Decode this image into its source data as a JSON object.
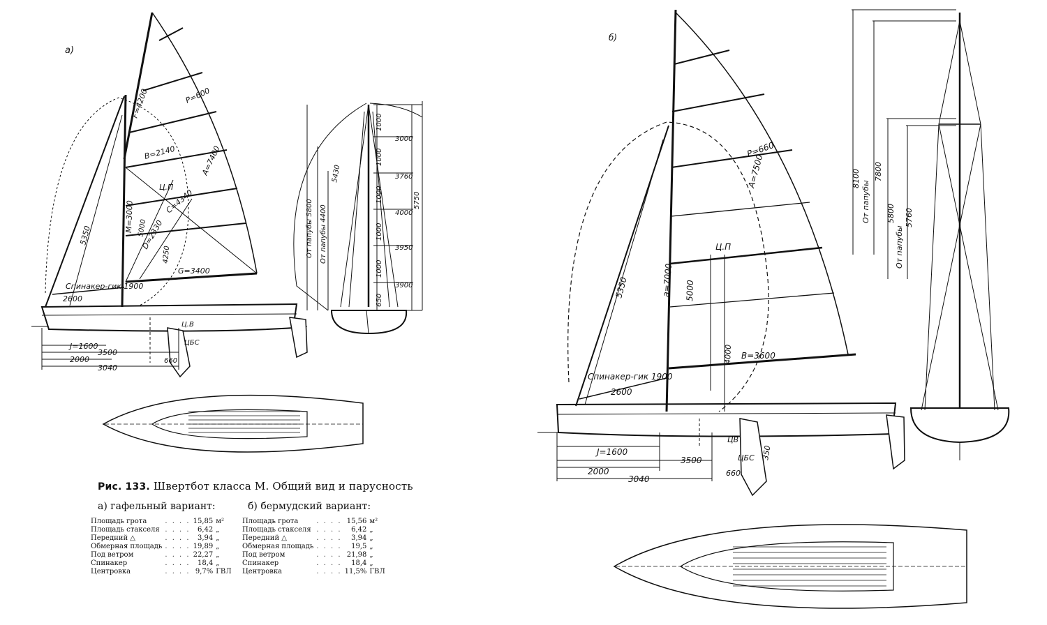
{
  "caption": {
    "prefix": "Рис. 133.",
    "text": "Швертбот класса М. Общий вид и парусность"
  },
  "variant_a": {
    "mark": "а)",
    "heading": "а) гафельный вариант:",
    "specs": [
      {
        "name": "Площадь грота",
        "value": "15,85",
        "unit": "м²"
      },
      {
        "name": "Площадь стакселя",
        "value": "6,42",
        "unit": "„"
      },
      {
        "name": "Передний △",
        "value": "3,94",
        "unit": "„"
      },
      {
        "name": "Обмерная площадь",
        "value": "19,89",
        "unit": "„"
      },
      {
        "name": "Под ветром",
        "value": "22,27",
        "unit": "„"
      },
      {
        "name": "Спинакер",
        "value": "18,4",
        "unit": "„"
      },
      {
        "name": "Центровка",
        "value": "9,7%",
        "unit": "ГВЛ"
      }
    ],
    "dims": {
      "f": "F=4200",
      "p": "P=600",
      "b": "B=2140",
      "a": "A=7400",
      "cp": "Ц.П",
      "c": "C=4340",
      "m": "M=3000",
      "d": "D=2330",
      "h5000": "5000",
      "h4250": "4250",
      "g": "G=3400",
      "h5350": "5350",
      "spin": "Спинакер-гик 1900",
      "h2600": "2600",
      "cb": "Ц.В",
      "cbs": "ЦБС",
      "j": "J=1600",
      "h3500": "3500",
      "h2000": "2000",
      "h660": "660",
      "h3040": "3040"
    },
    "front": {
      "heights": [
        "1000",
        "1000",
        "1000",
        "1000",
        "1000",
        "650"
      ],
      "right": [
        "3000",
        "3760",
        "4000",
        "3950",
        "3900"
      ],
      "total": "5750",
      "diag": "5430",
      "pat1": "От папубы 5800",
      "pat2": "От папубы 4400"
    }
  },
  "variant_b": {
    "mark": "б)",
    "heading": "б) бермудский вариант:",
    "specs": [
      {
        "name": "Площадь грота",
        "value": "15,56",
        "unit": "м²"
      },
      {
        "name": "Площадь стакселя",
        "value": "6,42",
        "unit": "„"
      },
      {
        "name": "Передний △",
        "value": "3,94",
        "unit": "„"
      },
      {
        "name": "Обмерная площадь",
        "value": "19,5",
        "unit": "„"
      },
      {
        "name": "Под ветром",
        "value": "21,98",
        "unit": "„"
      },
      {
        "name": "Спинакер",
        "value": "18,4",
        "unit": "„"
      },
      {
        "name": "Центровка",
        "value": "11,5%",
        "unit": "ГВЛ"
      }
    ],
    "dims": {
      "p": "P=660",
      "a": "A=7500",
      "cp": "Ц.П",
      "h5000": "5000",
      "h5350": "5350",
      "a7000": "a=7000",
      "h4000": "4000",
      "b": "B=3600",
      "spin": "Спинакер-гик 1900",
      "h2600": "2600",
      "cb": "ЦВ",
      "cbs": "ЦБС",
      "h350": "350",
      "j": "J=1600",
      "h3500": "3500",
      "h2000": "2000",
      "h3040": "3040",
      "h660": "660"
    },
    "front": {
      "h8100": "8100",
      "h7800": "7800",
      "pat1": "От папубы",
      "h5800": "5800",
      "h5760": "5760",
      "pat2": "От папубы"
    }
  }
}
